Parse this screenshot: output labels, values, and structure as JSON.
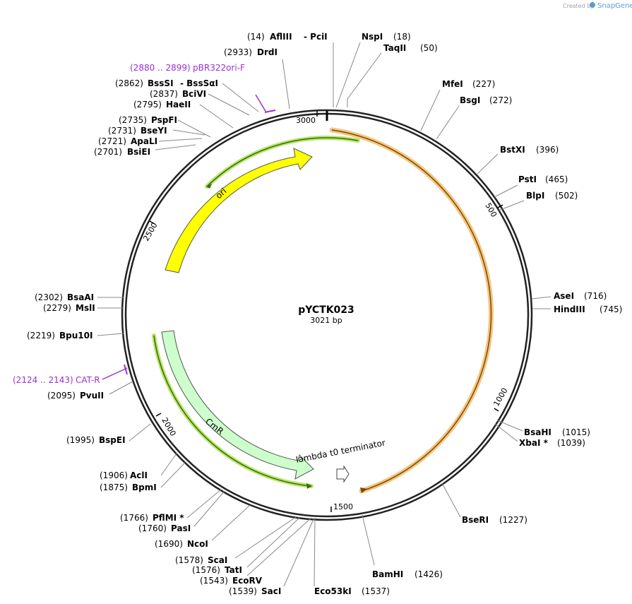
{
  "plasmid": {
    "name": "pYCTK023",
    "length_label": "3021 bp"
  },
  "branding": {
    "created_by": "Created by",
    "app": "SnapGene"
  },
  "ruler": [
    {
      "label": "500"
    },
    {
      "label": "1000"
    },
    {
      "label": "1500"
    },
    {
      "label": "2000"
    },
    {
      "label": "2500"
    },
    {
      "label": "3000"
    }
  ],
  "features": [
    {
      "name": "ori",
      "color": "#ffff00"
    },
    {
      "name": "CmR",
      "color": "#ccffcc"
    },
    {
      "name": "lambda t0 terminator",
      "color": "#ffffff"
    }
  ],
  "enzymes": [
    {
      "name": "AflIII",
      "pos": "(14)"
    },
    {
      "name": "- PciI",
      "pos": ""
    },
    {
      "name": "NspI",
      "pos": "(18)"
    },
    {
      "name": "TaqII",
      "pos": "(50)"
    },
    {
      "name": "DrdI",
      "pos": "(2933)"
    },
    {
      "name": "MfeI",
      "pos": "(227)"
    },
    {
      "name": "BsgI",
      "pos": "(272)"
    },
    {
      "name": "BssSI",
      "pos": "(2862)"
    },
    {
      "name": "- BssSαI",
      "pos": ""
    },
    {
      "name": "BciVI",
      "pos": "(2837)"
    },
    {
      "name": "HaeII",
      "pos": "(2795)"
    },
    {
      "name": "PspFI",
      "pos": "(2735)"
    },
    {
      "name": "BseYI",
      "pos": "(2731)"
    },
    {
      "name": "ApaLI",
      "pos": "(2721)"
    },
    {
      "name": "BsiEI",
      "pos": "(2701)"
    },
    {
      "name": "BstXI",
      "pos": "(396)"
    },
    {
      "name": "PstI",
      "pos": "(465)"
    },
    {
      "name": "BlpI",
      "pos": "(502)"
    },
    {
      "name": "AseI",
      "pos": "(716)"
    },
    {
      "name": "HindIII",
      "pos": "(745)"
    },
    {
      "name": "BsaAI",
      "pos": "(2302)"
    },
    {
      "name": "MslI",
      "pos": "(2279)"
    },
    {
      "name": "Bpu10I",
      "pos": "(2219)"
    },
    {
      "name": "PvuII",
      "pos": "(2095)"
    },
    {
      "name": "BspEI",
      "pos": "(1995)"
    },
    {
      "name": "BsaHI",
      "pos": "(1015)"
    },
    {
      "name": "XbaI *",
      "pos": "(1039)"
    },
    {
      "name": "AclI",
      "pos": "(1906)"
    },
    {
      "name": "BpmI",
      "pos": "(1875)"
    },
    {
      "name": "BseRI",
      "pos": "(1227)"
    },
    {
      "name": "PflMI *",
      "pos": "(1766)"
    },
    {
      "name": "PasI",
      "pos": "(1760)"
    },
    {
      "name": "NcoI",
      "pos": "(1690)"
    },
    {
      "name": "ScaI",
      "pos": "(1578)"
    },
    {
      "name": "TatI",
      "pos": "(1576)"
    },
    {
      "name": "EcoRV",
      "pos": "(1543)"
    },
    {
      "name": "SacI",
      "pos": "(1539)"
    },
    {
      "name": "Eco53kI",
      "pos": "(1537)"
    },
    {
      "name": "BamHI",
      "pos": "(1426)"
    }
  ],
  "primers": [
    {
      "range": "(2880 .. 2899)",
      "name": "pBR322ori-F",
      "color": "#9b30d9"
    },
    {
      "range": "(2124 .. 2143)",
      "name": "CAT-R",
      "color": "#9b30d9"
    }
  ]
}
